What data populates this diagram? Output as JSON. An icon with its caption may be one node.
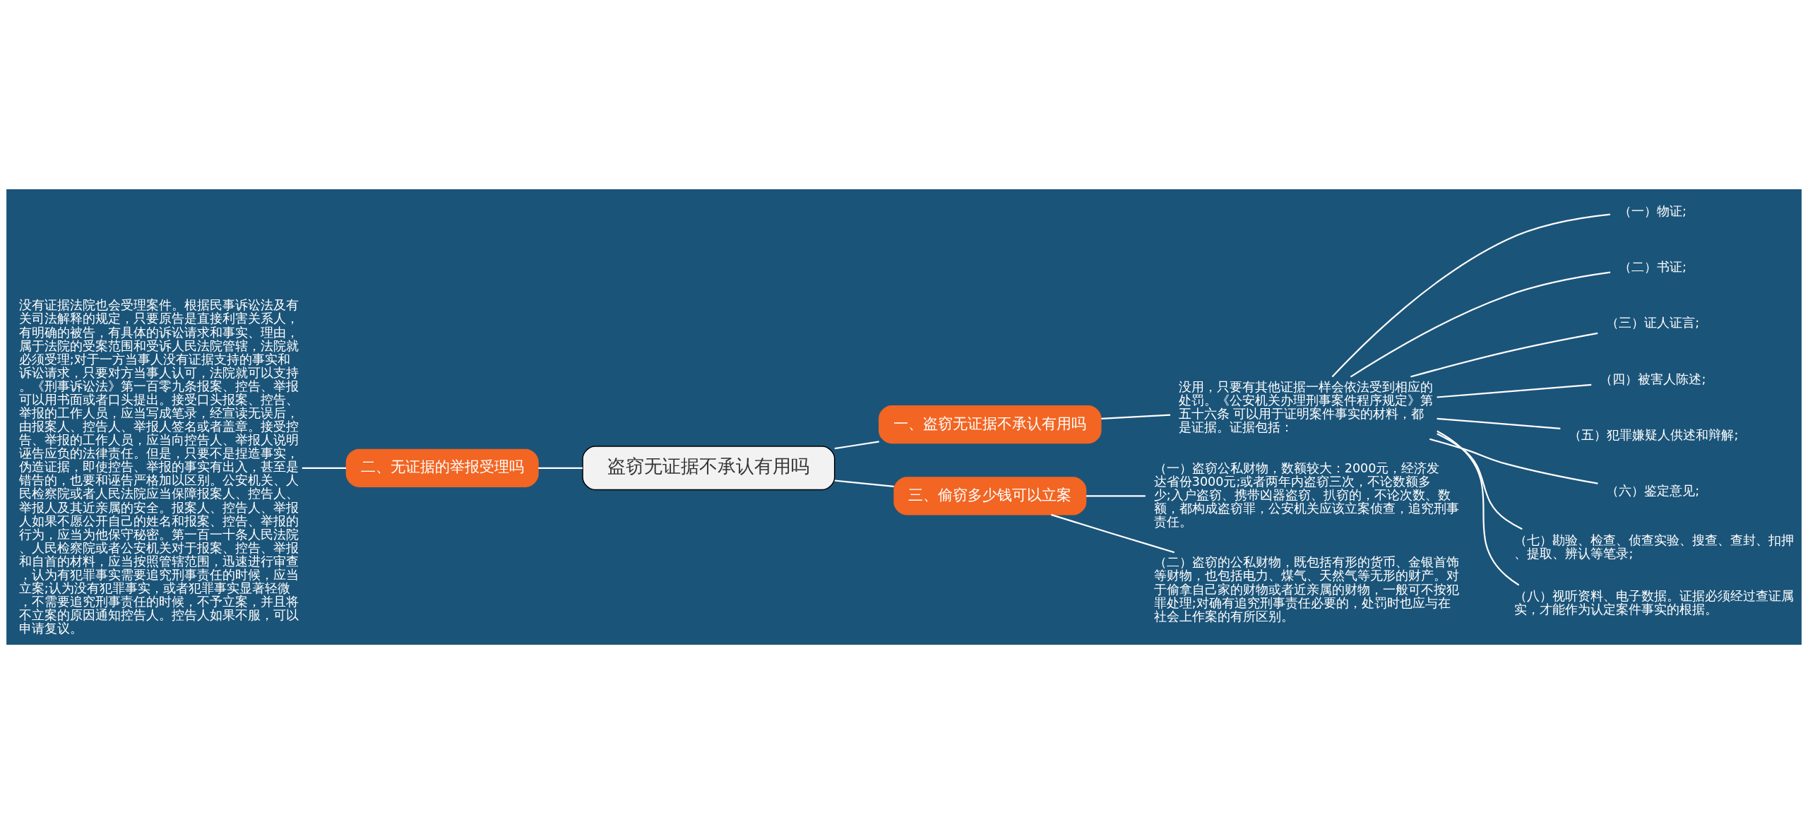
{
  "diagram": {
    "nodes": [
      {
        "text": [
          "盗窃无证据不承认有用吗"
        ]
      },
      {
        "text": [
          "一、盗窃无证据不承认有用吗"
        ]
      },
      {
        "text": [
          "没用，只要有其他证据一样会依法受到相应的处罚。《公安机关办理刑事案件程序规定》第五十六条 可以用于证明案件事实的材料，都是证据。证据包括："
        ]
      },
      {
        "text": [
          "（一）物证;"
        ]
      },
      {
        "text": [
          "（二）书证;"
        ]
      },
      {
        "text": [
          "（三）证人证言;"
        ]
      },
      {
        "text": [
          "（四）被害人陈述;"
        ]
      },
      {
        "text": [
          "（五）犯罪嫌疑人供述和辩解;"
        ]
      },
      {
        "text": [
          "（六）鉴定意见;"
        ]
      },
      {
        "text": [
          "（七）勘验、检查、侦查实验、搜查、查封、扣押、提取、辨认等笔录;"
        ]
      },
      {
        "text": [
          "（八）视听资料、电子数据。证据必须经过查证属实，才能作为认定案件事实的根据。"
        ]
      },
      {
        "text": [
          "二、无证据的举报受理吗"
        ]
      },
      {
        "text": [
          "没有证据法院也会受理案件。根据民事诉讼法及有关司法解释的规定，只要原告是直接利害关系人，有明确的被告，有具体的诉讼请求和事实、理由，属于法院的受案范围和受诉人民法院管辖，法院就必须受理;对于一方当事人没有证据支持的事实和诉讼请求，只要对方当事人认可，法院就可以支持。《刑事诉讼法》第一百零九条报案、控告、举报可以用书面或者口头提出。接受口头报案、控告、举报的工作人员，应当写成笔录，经宣读无误后，由报案人、控告人、举报人签名或者盖章。接受控告、举报的工作人员，应当向控告人、举报人说明诬告应负的法律责任。但是，只要不是捏造事实，伪造证据，即使控告、举报的事实有出入，甚至是错告的，也要和诬告严格加以区别。公安机关、人民检察院或者人民法院应当保障报案人、控告人、举报人及其近亲属的安全。报案人、控告人、举报人如果不愿公开自己的姓名和报案、控告、举报的行为，应当为他保守秘密。第一百一十条人民法院、人民检察院或者公安机关对于报案、控告、举报和自首的材料，应当按照管辖范围，迅速进行审查，认为有犯罪事实需要追究刑事责任的时候，应当立案;认为没有犯罪事实，或者犯罪事实显著轻微，不需要追究刑事责任的时候，不予立案，并且将不立案的原因通知控告人。控告人如果不服，可以申请复议。"
        ]
      },
      {
        "text": [
          "三、偷窃多少钱可以立案"
        ]
      },
      {
        "text": [
          "（一）盗窃公私财物，数额较大：2000元，经济发达省份3000元;或者两年内盗窃三次，不论数额多少;入户盗窃、携带凶器盗窃、扒窃的，不论次数、数额，都构成盗窃罪，公安机关应该立案侦查，追究刑事责任。"
        ]
      },
      {
        "text": [
          "（二）盗窃的公私财物，既包括有形的货币、金银首饰等财物，也包括电力、煤气、天然气等无形的财产。对于偷拿自己家的财物或者近亲属的财物，一般可不按犯罪处理;对确有追究刑事责任必要的，处罚时也应与在社会上作案的有所区别。"
        ]
      }
    ],
    "edges": [
      {
        "from": 0,
        "to": 1,
        "arrow": "none"
      },
      {
        "from": 1,
        "to": 2,
        "arrow": "none"
      },
      {
        "from": 2,
        "to": 3,
        "arrow": "none"
      },
      {
        "from": 2,
        "to": 4,
        "arrow": "none"
      },
      {
        "from": 2,
        "to": 5,
        "arrow": "none"
      },
      {
        "from": 2,
        "to": 6,
        "arrow": "none"
      },
      {
        "from": 2,
        "to": 7,
        "arrow": "none"
      },
      {
        "from": 2,
        "to": 8,
        "arrow": "none"
      },
      {
        "from": 2,
        "to": 9,
        "arrow": "none"
      },
      {
        "from": 2,
        "to": 10,
        "arrow": "none"
      },
      {
        "from": 0,
        "to": 11,
        "arrow": "none"
      },
      {
        "from": 11,
        "to": 12,
        "arrow": "none"
      },
      {
        "from": 0,
        "to": 13,
        "arrow": "none"
      },
      {
        "from": 13,
        "to": 14,
        "arrow": "none"
      },
      {
        "from": 13,
        "to": 15,
        "arrow": "none"
      }
    ]
  }
}
